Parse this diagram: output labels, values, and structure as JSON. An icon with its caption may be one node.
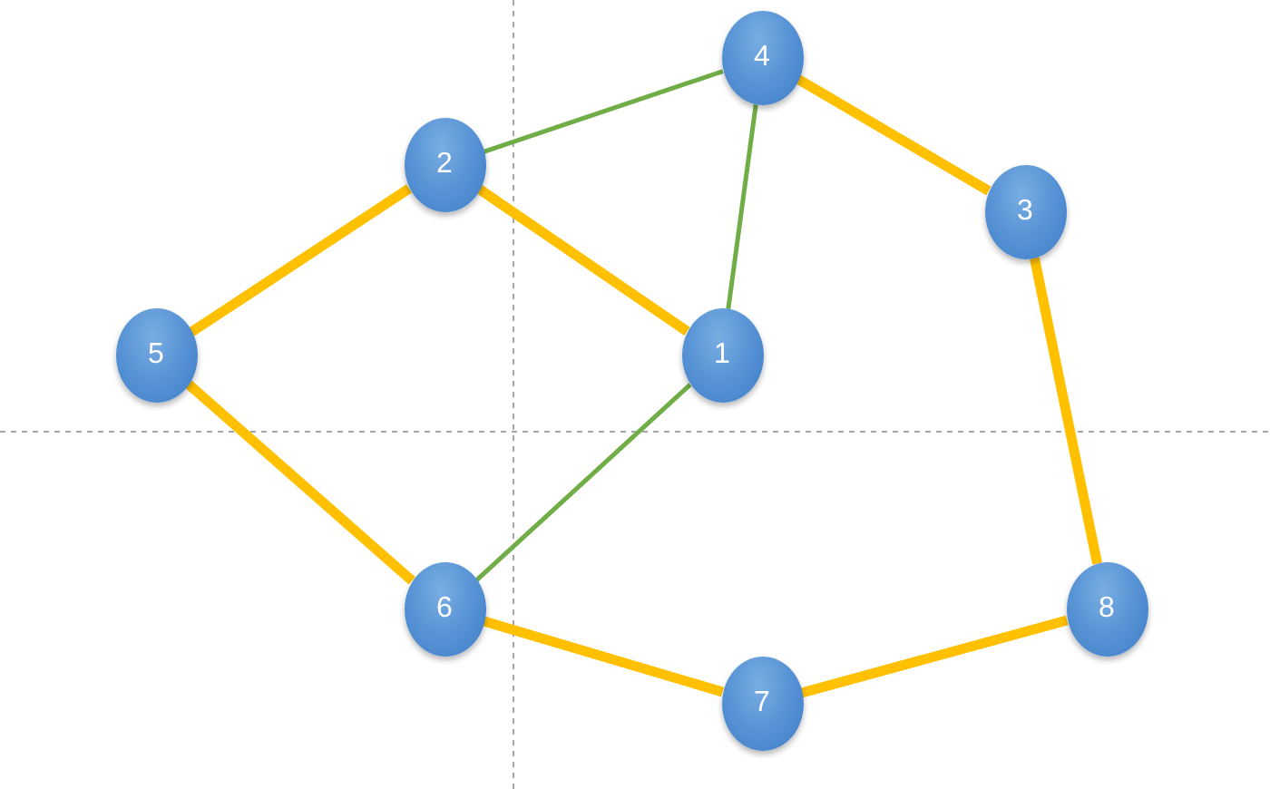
{
  "diagram": {
    "nodes": [
      {
        "text": [
          "4"
        ]
      },
      {
        "text": [
          "2"
        ]
      },
      {
        "text": [
          "3"
        ]
      },
      {
        "text": [
          "5"
        ]
      },
      {
        "text": [
          "1"
        ]
      },
      {
        "text": [
          "6"
        ]
      },
      {
        "text": [
          "8"
        ]
      },
      {
        "text": [
          "7"
        ]
      }
    ],
    "edges": [
      {
        "from": 1,
        "to": 0,
        "arrow": "none",
        "color": "#70ad47"
      },
      {
        "from": 0,
        "to": 4,
        "arrow": "none",
        "color": "#70ad47"
      },
      {
        "from": 4,
        "to": 5,
        "arrow": "none",
        "color": "#70ad47"
      },
      {
        "from": 0,
        "to": 2,
        "arrow": "none"
      },
      {
        "from": 2,
        "to": 6,
        "arrow": "none"
      },
      {
        "from": 6,
        "to": 7,
        "arrow": "none"
      },
      {
        "from": 7,
        "to": 5,
        "arrow": "none"
      },
      {
        "from": 5,
        "to": 3,
        "arrow": "none"
      },
      {
        "from": 3,
        "to": 1,
        "arrow": "none"
      },
      {
        "from": 1,
        "to": 4,
        "arrow": "none"
      }
    ]
  }
}
